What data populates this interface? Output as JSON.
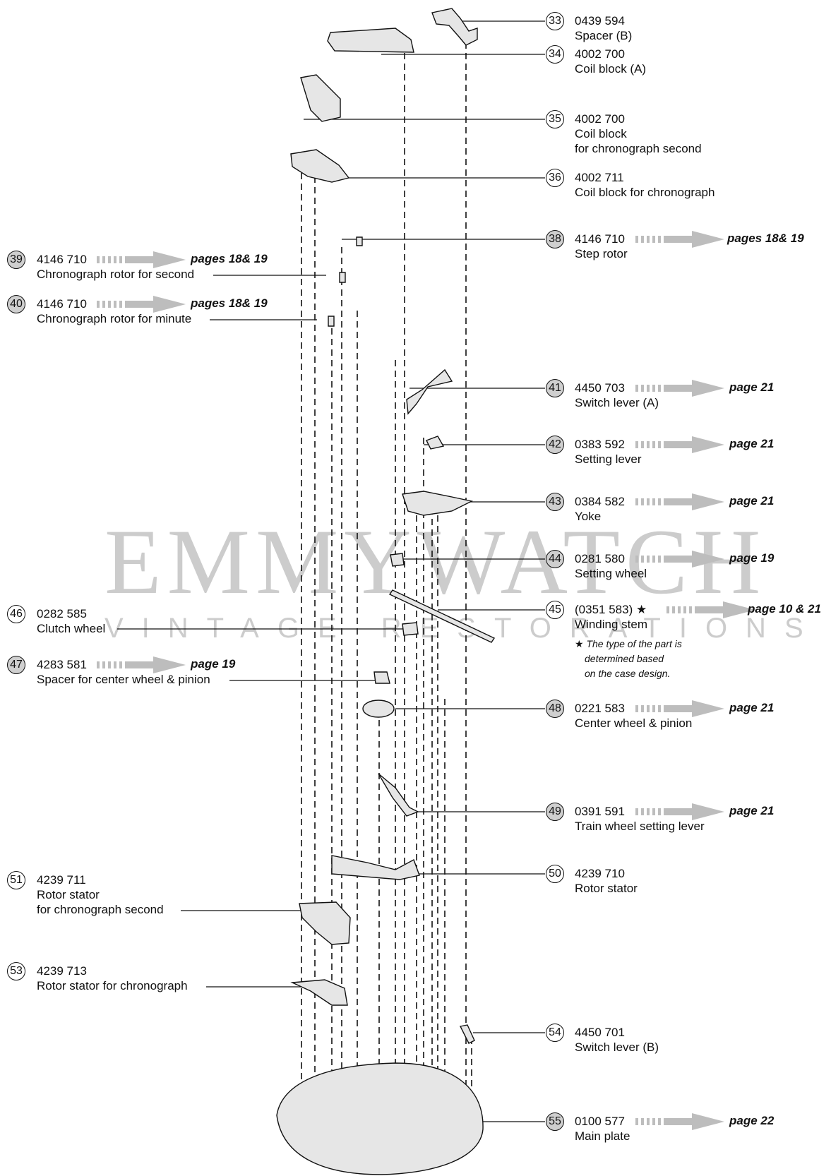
{
  "watermark": {
    "main": "EMMYWATCH",
    "sub": "VINTAGE RESTORATIONS"
  },
  "footnote": [
    "The type of the part is",
    "determined based",
    "on the case design."
  ],
  "parts": [
    {
      "no": "33",
      "code": "0439 594",
      "name": [
        "Spacer (B)"
      ],
      "shaded": false
    },
    {
      "no": "34",
      "code": "4002 700",
      "name": [
        "Coil block (A)"
      ],
      "shaded": false
    },
    {
      "no": "35",
      "code": "4002 700",
      "name": [
        "Coil block",
        "for chronograph second"
      ],
      "shaded": false
    },
    {
      "no": "36",
      "code": "4002 711",
      "name": [
        "Coil block for chronograph"
      ],
      "shaded": false
    },
    {
      "no": "38",
      "code": "4146 710",
      "name": [
        "Step rotor"
      ],
      "page": "pages 18& 19",
      "shaded": true
    },
    {
      "no": "39",
      "code": "4146 710",
      "name": [
        "Chronograph rotor for second"
      ],
      "page": "pages 18& 19",
      "shaded": true
    },
    {
      "no": "40",
      "code": "4146 710",
      "name": [
        "Chronograph rotor for minute"
      ],
      "page": "pages 18& 19",
      "shaded": true
    },
    {
      "no": "41",
      "code": "4450 703",
      "name": [
        "Switch lever (A)"
      ],
      "page": "page 21",
      "shaded": true
    },
    {
      "no": "42",
      "code": "0383 592",
      "name": [
        "Setting lever"
      ],
      "page": "page 21",
      "shaded": true
    },
    {
      "no": "43",
      "code": "0384 582",
      "name": [
        "Yoke"
      ],
      "page": "page 21",
      "shaded": true
    },
    {
      "no": "44",
      "code": "0281 580",
      "name": [
        "Setting wheel"
      ],
      "page": "page 19",
      "shaded": true
    },
    {
      "no": "45",
      "code": "(0351 583) ★",
      "name": [
        "Winding stem"
      ],
      "page": "page 10 & 21",
      "shaded": false
    },
    {
      "no": "46",
      "code": "0282 585",
      "name": [
        "Clutch wheel"
      ],
      "shaded": false
    },
    {
      "no": "47",
      "code": "4283 581",
      "name": [
        "Spacer for center wheel & pinion"
      ],
      "page": "page 19",
      "shaded": true
    },
    {
      "no": "48",
      "code": "0221 583",
      "name": [
        "Center wheel & pinion"
      ],
      "page": "page 21",
      "shaded": true
    },
    {
      "no": "49",
      "code": "0391 591",
      "name": [
        "Train wheel setting lever"
      ],
      "page": "page 21",
      "shaded": true
    },
    {
      "no": "50",
      "code": "4239 710",
      "name": [
        "Rotor stator"
      ],
      "shaded": false
    },
    {
      "no": "51",
      "code": "4239 711",
      "name": [
        "Rotor stator",
        "for chronograph second"
      ],
      "shaded": false
    },
    {
      "no": "53",
      "code": "4239 713",
      "name": [
        "Rotor stator for chronograph"
      ],
      "shaded": false
    },
    {
      "no": "54",
      "code": "4450 701",
      "name": [
        "Switch lever (B)"
      ],
      "shaded": false
    },
    {
      "no": "55",
      "code": "0100 577",
      "name": [
        "Main plate"
      ],
      "page": "page 22",
      "shaded": true
    }
  ]
}
